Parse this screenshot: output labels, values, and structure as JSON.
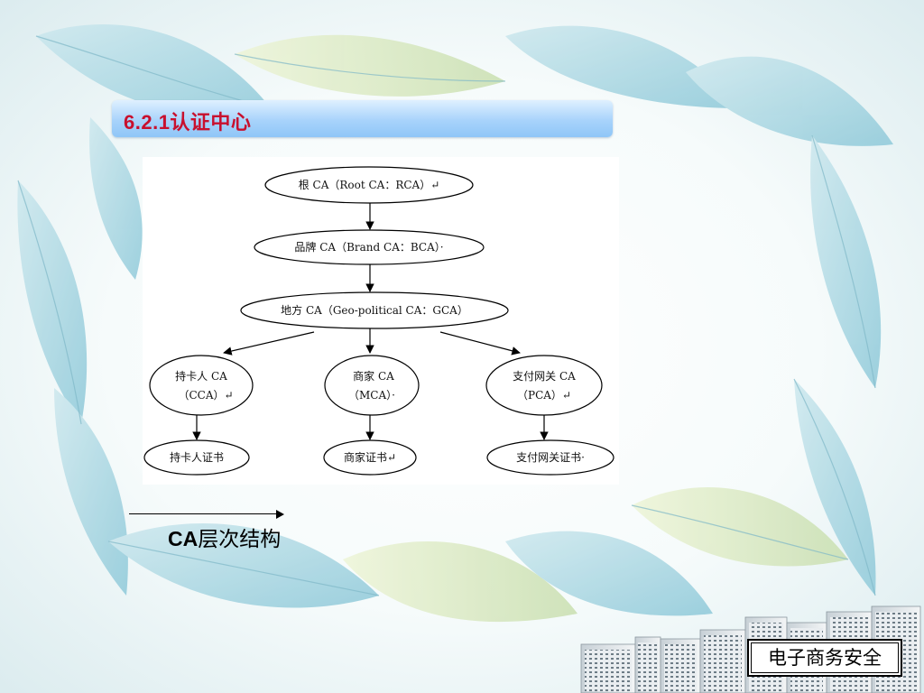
{
  "slide": {
    "title": "6.2.1认证中心",
    "caption_prefix": "CA",
    "caption_suffix": "层次结构",
    "course_name": "电子商务安全"
  },
  "diagram": {
    "nodes": [
      {
        "id": "root",
        "line1": "根 CA（Root CA：RCA）↵"
      },
      {
        "id": "brand",
        "line1": "品牌 CA（Brand CA：BCA）·"
      },
      {
        "id": "geo",
        "line1": "地方 CA（Geo-political CA：GCA）"
      },
      {
        "id": "cardholder",
        "line1": "持卡人 CA",
        "line2": "（CCA）↵"
      },
      {
        "id": "merchant",
        "line1": "商家 CA",
        "line2": "（MCA）·"
      },
      {
        "id": "gateway",
        "line1": "支付网关 CA",
        "line2": "（PCA）↵"
      },
      {
        "id": "cardholder-cert",
        "line1": "持卡人证书"
      },
      {
        "id": "merchant-cert",
        "line1": "商家证书↵"
      },
      {
        "id": "gateway-cert",
        "line1": "支付网关证书·"
      }
    ]
  },
  "colors": {
    "title_text": "#c8102e",
    "title_bar": "#a8d3fb",
    "leaf_tint": "#a9d6e3"
  }
}
